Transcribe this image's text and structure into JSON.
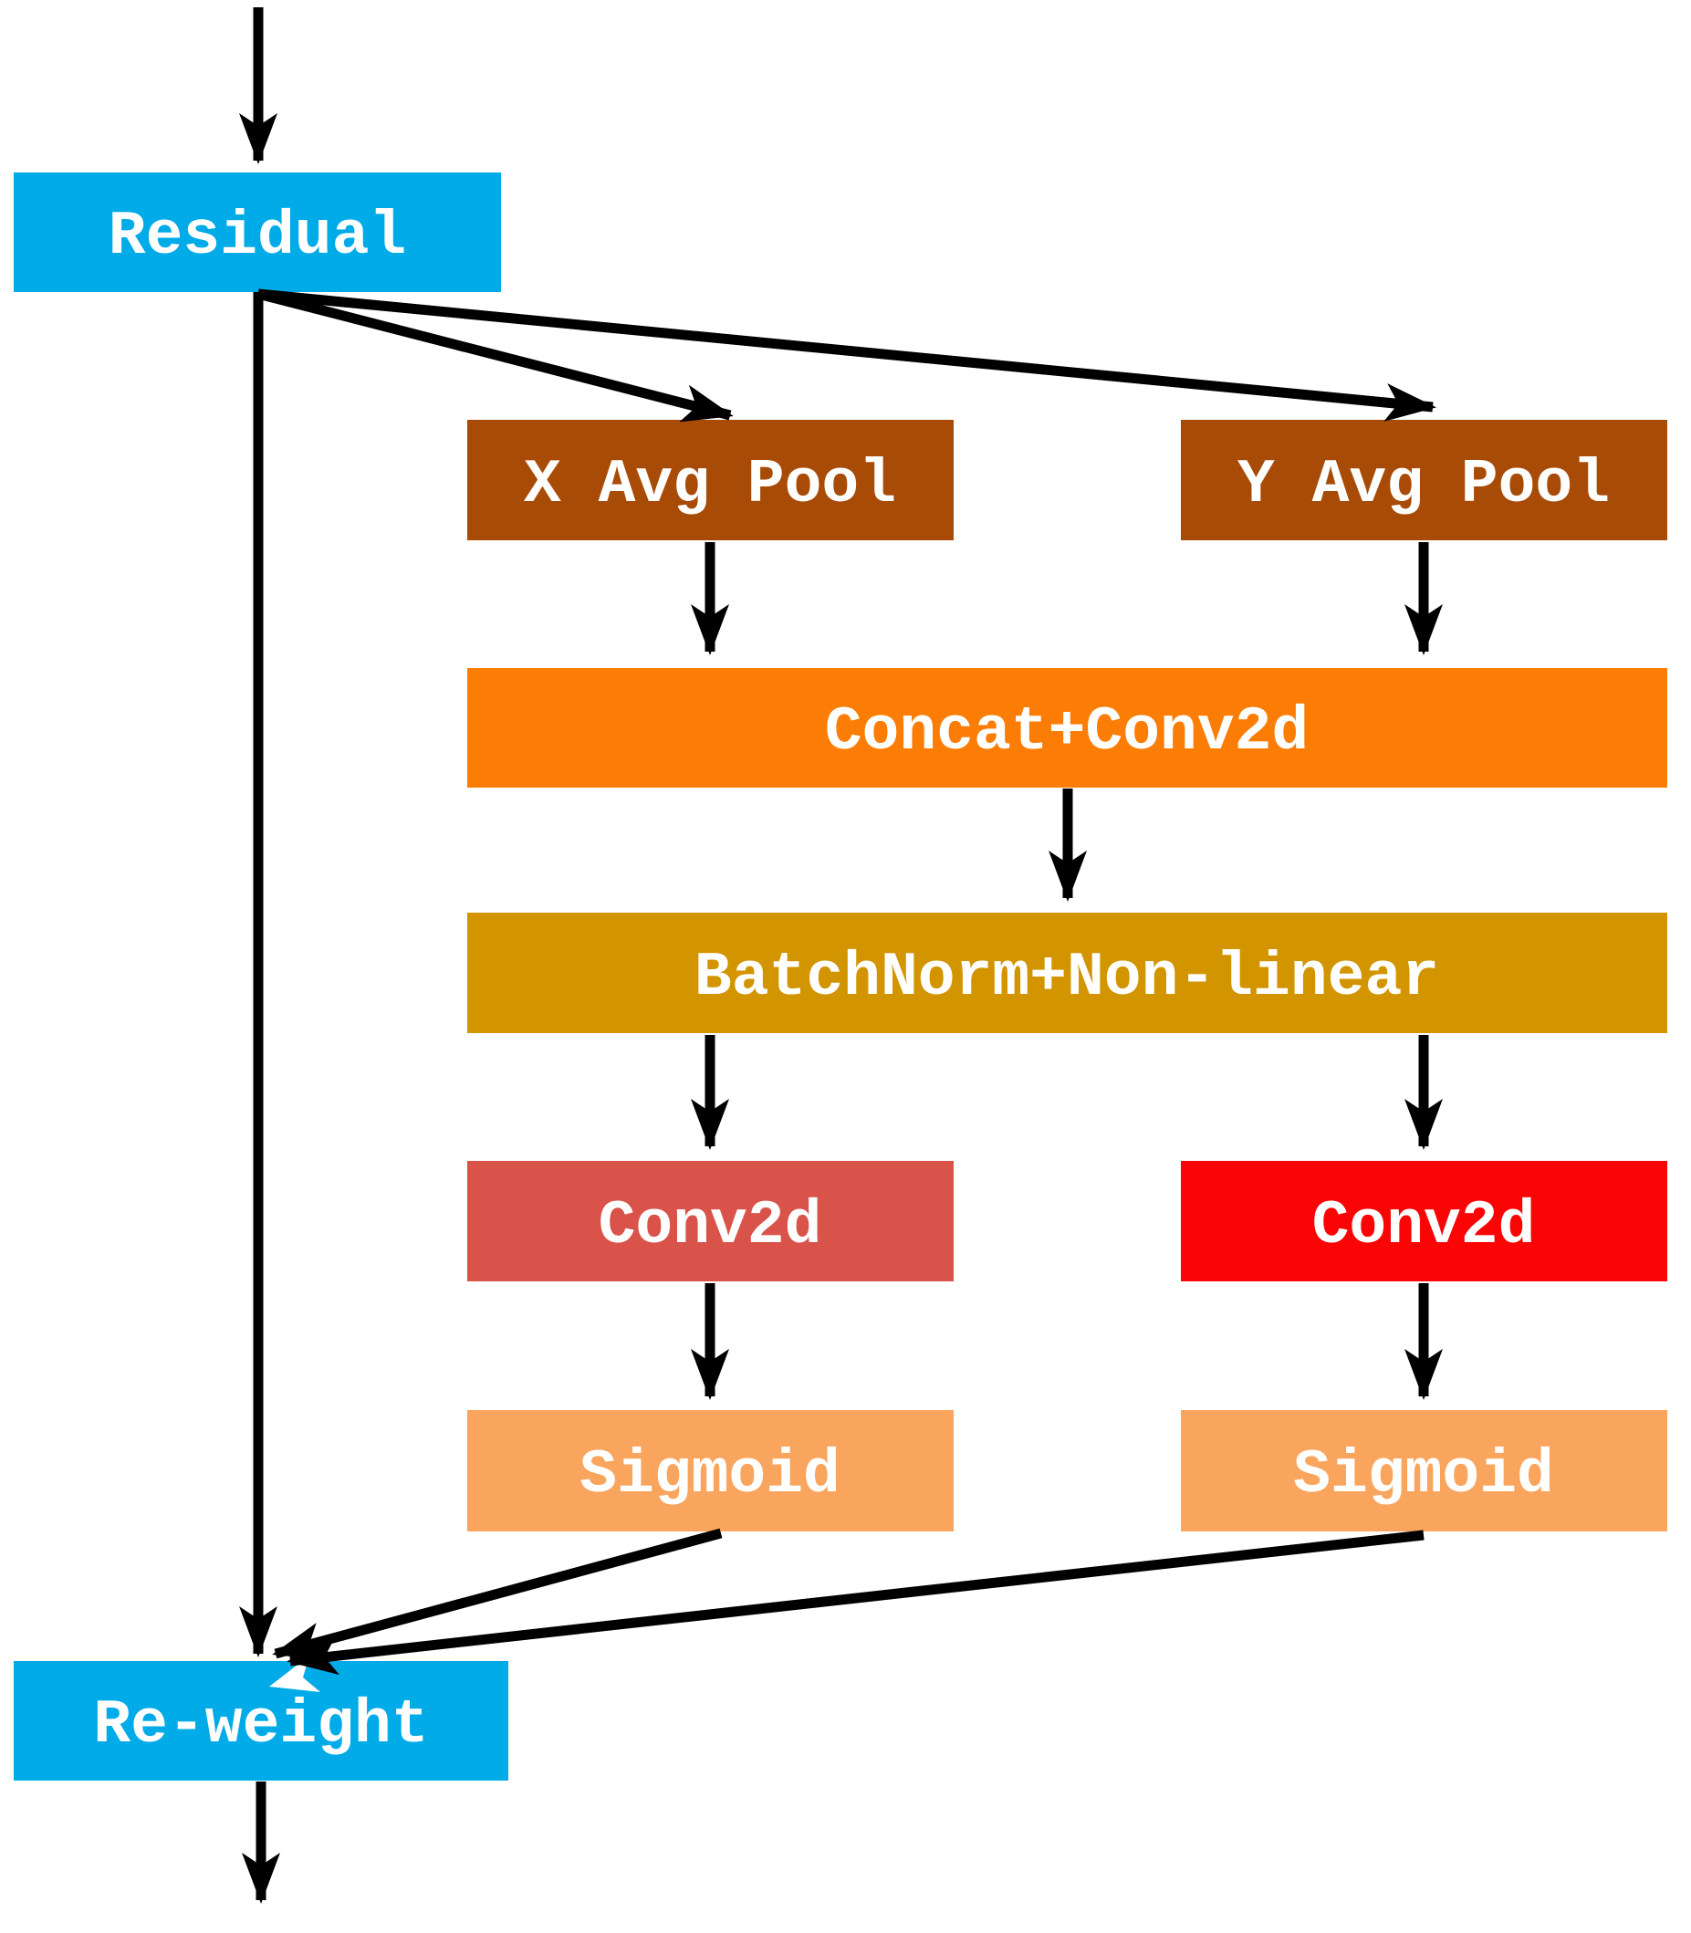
{
  "diagram": {
    "background": "#FFFFFF",
    "arrow_color": "#000000",
    "label_color": "#FFFFFF",
    "nodes": {
      "residual": {
        "label": "Residual",
        "fill": "#00ABE8"
      },
      "x_avg_pool": {
        "label": "X Avg Pool",
        "fill": "#A84B07"
      },
      "y_avg_pool": {
        "label": "Y Avg Pool",
        "fill": "#A84B07"
      },
      "concat_conv2d": {
        "label": "Concat+Conv2d",
        "fill": "#FB7D05"
      },
      "batchnorm_nonlinear": {
        "label": "BatchNorm+Non-linear",
        "fill": "#D29500"
      },
      "conv2d_left": {
        "label": "Conv2d",
        "fill": "#D9534A"
      },
      "conv2d_right": {
        "label": "Conv2d",
        "fill": "#F90505"
      },
      "sigmoid_left": {
        "label": "Sigmoid",
        "fill": "#F9A55E"
      },
      "sigmoid_right": {
        "label": "Sigmoid",
        "fill": "#F9A55E"
      },
      "reweight": {
        "label": "Re-weight",
        "fill": "#00ABE8"
      }
    },
    "edges": [
      {
        "from": "input",
        "to": "residual"
      },
      {
        "from": "residual",
        "to": "x_avg_pool"
      },
      {
        "from": "residual",
        "to": "y_avg_pool"
      },
      {
        "from": "residual",
        "to": "reweight"
      },
      {
        "from": "x_avg_pool",
        "to": "concat_conv2d"
      },
      {
        "from": "y_avg_pool",
        "to": "concat_conv2d"
      },
      {
        "from": "concat_conv2d",
        "to": "batchnorm_nonlinear"
      },
      {
        "from": "batchnorm_nonlinear",
        "to": "conv2d_left"
      },
      {
        "from": "batchnorm_nonlinear",
        "to": "conv2d_right"
      },
      {
        "from": "conv2d_left",
        "to": "sigmoid_left"
      },
      {
        "from": "conv2d_right",
        "to": "sigmoid_right"
      },
      {
        "from": "sigmoid_left",
        "to": "reweight"
      },
      {
        "from": "sigmoid_right",
        "to": "reweight"
      },
      {
        "from": "reweight",
        "to": "output"
      }
    ]
  }
}
